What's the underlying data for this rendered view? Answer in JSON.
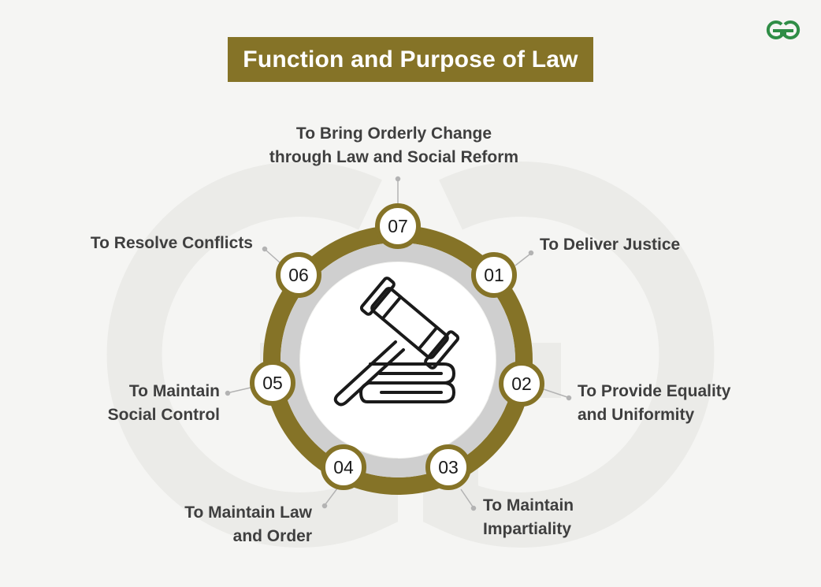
{
  "title": "Function and Purpose of Law",
  "logo_icon": "geeksforgeeks-logo-icon",
  "center_icon": "gavel-on-books-icon",
  "colors": {
    "accent": "#857327",
    "ring_inner": "#cfcfcf",
    "background": "#f5f5f3",
    "logo": "#2f8d46",
    "text": "#3f3f3f"
  },
  "items": [
    {
      "number": "01",
      "label_lines": [
        "To Deliver Justice"
      ]
    },
    {
      "number": "02",
      "label_lines": [
        "To Provide Equality",
        "and Uniformity"
      ]
    },
    {
      "number": "03",
      "label_lines": [
        "To Maintain",
        "Impartiality"
      ]
    },
    {
      "number": "04",
      "label_lines": [
        "To Maintain Law",
        "and Order"
      ]
    },
    {
      "number": "05",
      "label_lines": [
        "To Maintain",
        "Social Control"
      ]
    },
    {
      "number": "06",
      "label_lines": [
        "To Resolve Conflicts"
      ]
    },
    {
      "number": "07",
      "label_lines": [
        "To Bring Orderly Change",
        "through Law and Social Reform"
      ]
    }
  ]
}
